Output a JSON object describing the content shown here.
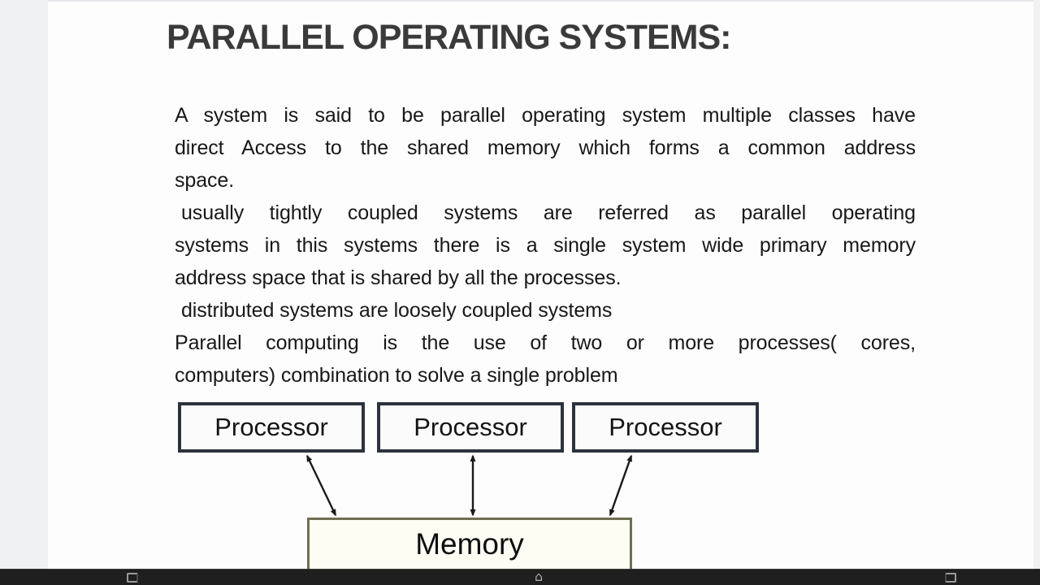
{
  "slide": {
    "title": "PARALLEL OPERATING SYSTEMS:",
    "body_lines": [
      {
        "text": "A system is said to be parallel operating system multiple classes have",
        "justified": true
      },
      {
        "text": "direct Access to the shared memory which forms a common address",
        "justified": true
      },
      {
        "text": "space.",
        "justified": false
      },
      {
        "text": "usually tightly coupled systems are referred as parallel operating",
        "justified": true
      },
      {
        "text": "systems in this systems there is a single system wide primary memory",
        "justified": true
      },
      {
        "text": "address space that is shared by all the processes.",
        "justified": false
      },
      {
        "text": "distributed systems are loosely coupled systems",
        "justified": false
      },
      {
        "text": "Parallel computing is the use of two or more processes( cores,",
        "justified": true
      },
      {
        "text": "computers) combination to solve a single problem",
        "justified": false
      }
    ]
  },
  "diagram": {
    "processors": [
      "Processor",
      "Processor",
      "Processor"
    ],
    "memory_label": "Memory",
    "processor_border_color": "#2c333e",
    "memory_border_color": "#6f6f52",
    "arrow_color": "#1a1a1a"
  },
  "navbar": {
    "background_color": "#1f1f1f",
    "icon_color": "#9a9a9a",
    "icons": [
      "nav-left-square-icon",
      "nav-home-icon",
      "nav-right-square-icon"
    ]
  },
  "colors": {
    "page_background": "#fdfdfd",
    "gutter": "#eff1f3",
    "title_text": "#3a3a3a",
    "body_text": "#181818"
  }
}
